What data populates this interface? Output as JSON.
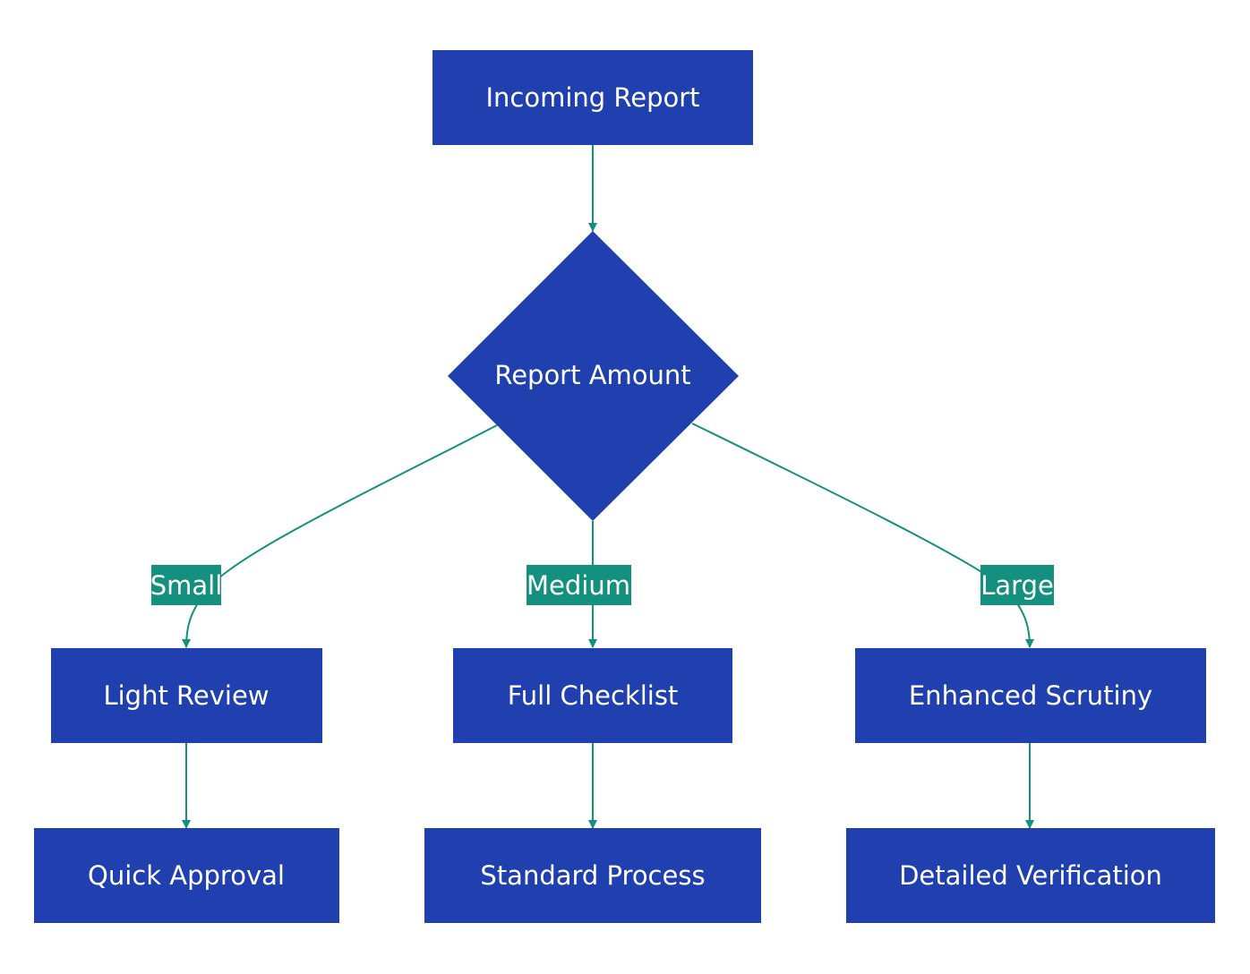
{
  "colors": {
    "node_fill": "#1f40ae",
    "node_text": "#ffffff",
    "edge_stroke": "#13907e",
    "label_fill": "#13907e",
    "background": "#ffffff"
  },
  "nodes": {
    "incoming_report": "Incoming Report",
    "report_amount": "Report Amount",
    "light_review": "Light Review",
    "full_checklist": "Full Checklist",
    "enhanced_scrutiny": "Enhanced Scrutiny",
    "quick_approval": "Quick Approval",
    "standard_process": "Standard Process",
    "detailed_verification": "Detailed Verification"
  },
  "edge_labels": {
    "small": "Small",
    "medium": "Medium",
    "large": "Large"
  }
}
